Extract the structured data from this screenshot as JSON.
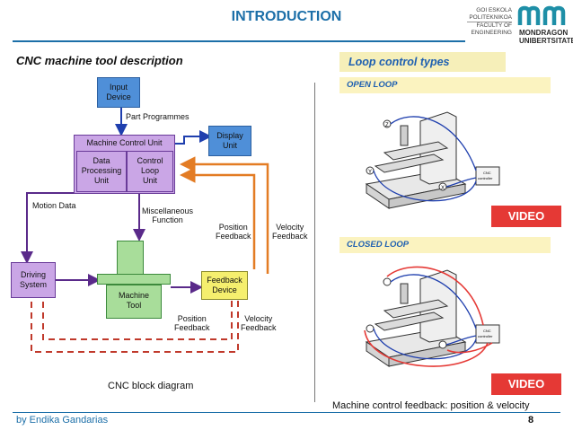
{
  "header": {
    "title": "INTRODUCTION",
    "logo_lines": [
      "GOI ESKOLA",
      "POLITEKNIKOA",
      "FACULTY OF",
      "ENGINEERING"
    ],
    "logo_name_lines": [
      "MONDRAGON",
      "UNIBERTSITATEA"
    ],
    "accent_color": "#1c6fa8"
  },
  "left": {
    "section_title": "CNC machine tool description",
    "caption": "CNC block diagram",
    "diagram": {
      "input_device": [
        "Input",
        "Device"
      ],
      "part_programmes": "Part Programmes",
      "display_unit": [
        "Display",
        "Unit"
      ],
      "mcu": "Machine Control Unit",
      "dpu": [
        "Data",
        "Processing",
        "Unit"
      ],
      "clu": [
        "Control",
        "Loop",
        "Unit"
      ],
      "motion_data": "Motion Data",
      "misc_function": [
        "Miscellaneous",
        "Function"
      ],
      "position_feedback": [
        "Position",
        "Feedback"
      ],
      "velocity_feedback": [
        "Velocity",
        "Feedback"
      ],
      "driving_system": [
        "Driving",
        "System"
      ],
      "machine_tool": [
        "Machine",
        "Tool"
      ],
      "feedback_device": [
        "Feedback",
        "Device"
      ],
      "position_feedback_2": [
        "Position",
        "Feedback"
      ],
      "velocity_feedback_2": [
        "Velocity",
        "Feedback"
      ]
    }
  },
  "right": {
    "section_title": "Loop control types",
    "open_loop_label": "OPEN LOOP",
    "closed_loop_label": "CLOSED LOOP",
    "video_label": "VIDEO",
    "cnc_label": [
      "CNC",
      "controller"
    ],
    "axis_labels": [
      "Z",
      "Y",
      "X"
    ],
    "caption": "Machine control feedback: position & velocity"
  },
  "footer": {
    "author": "by Endika Gandarias",
    "page": "8"
  }
}
